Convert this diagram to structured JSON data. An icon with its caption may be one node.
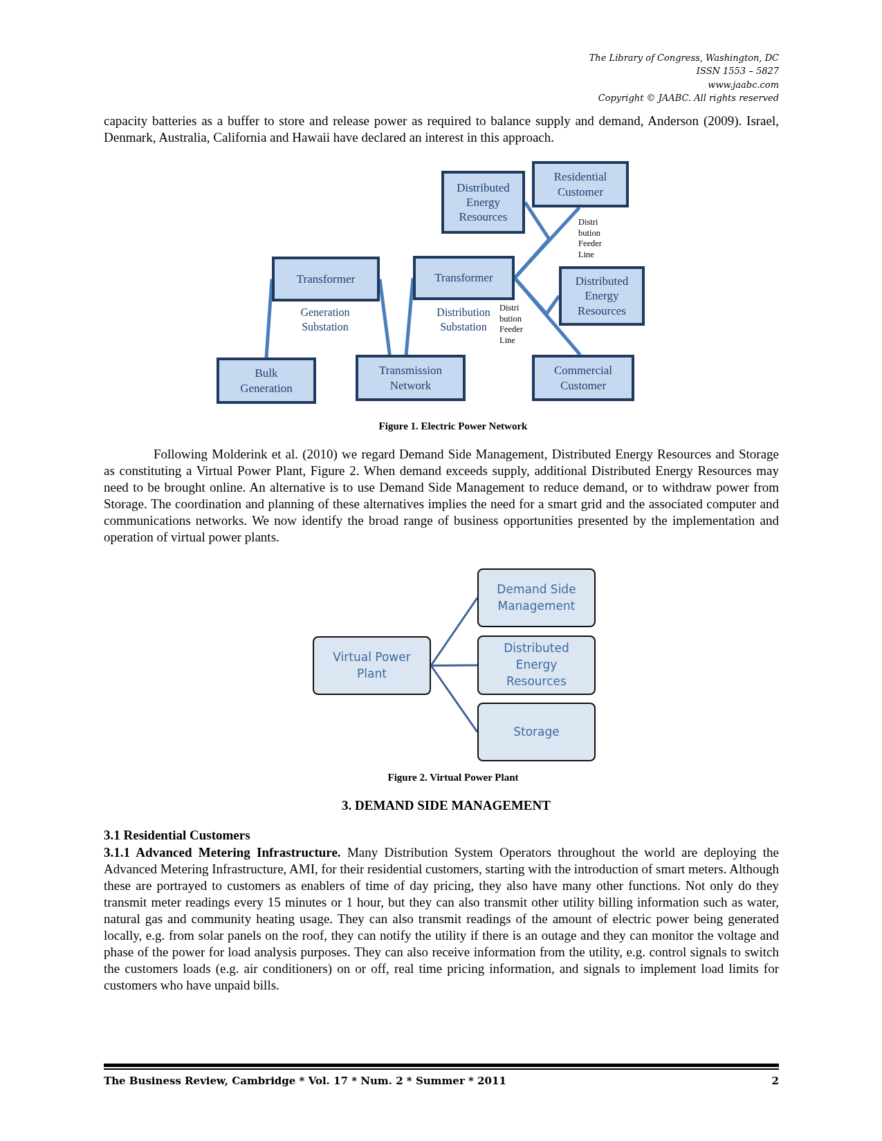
{
  "diagram": {
    "nodes": [
      {
        "text": [
          "Distributed Energy Resources"
        ]
      },
      {
        "text": [
          "Residential Customer"
        ]
      },
      {
        "text": [
          "Transformer"
        ],
        "beside": [
          "Generation Substation"
        ]
      },
      {
        "text": [
          "Transformer"
        ],
        "beside": [
          "Distribution Substation"
        ]
      },
      {
        "text": [
          "Distributed Energy Resources"
        ]
      },
      {
        "text": [
          "Bulk Generation"
        ]
      },
      {
        "text": [
          "Transmission Network"
        ]
      },
      {
        "text": [
          "Commercial Customer"
        ]
      },
      {
        "text": [
          "Virtual Power Plant"
        ]
      },
      {
        "text": [
          "Demand Side Management"
        ]
      },
      {
        "text": [
          "Distributed Energy Resources"
        ]
      },
      {
        "text": [
          "Storage"
        ]
      }
    ],
    "edges": [
      {
        "from": 5,
        "to": 2,
        "arrow": "none"
      },
      {
        "from": 2,
        "to": 6,
        "arrow": "none"
      },
      {
        "from": 6,
        "to": 3,
        "arrow": "none"
      },
      {
        "from": 3,
        "to": 1,
        "arrow": "none",
        "label": "Distri bution Feeder Line"
      },
      {
        "from": 3,
        "to": 0,
        "arrow": "none"
      },
      {
        "from": 3,
        "to": 7,
        "arrow": "none",
        "label": "Distri bution Feeder Line"
      },
      {
        "from": 3,
        "to": 4,
        "arrow": "none"
      },
      {
        "from": 8,
        "to": 9,
        "arrow": "none"
      },
      {
        "from": 8,
        "to": 10,
        "arrow": "none"
      },
      {
        "from": 8,
        "to": 11,
        "arrow": "none"
      }
    ],
    "labels": [
      "The Library of Congress, Washington, DC",
      "ISSN 1553 – 5827",
      "www.jaabc.com",
      "Copyright ©  JAABC. All rights reserved",
      "capacity batteries as a buffer to store and release power as required to balance supply and demand, Anderson (2009). Israel, Denmark, Australia, California and Hawaii have declared an interest in this approach.",
      "Figure 1. Electric Power Network",
      "Following Molderink et al. (2010) we regard Demand Side Management, Distributed Energy Resources and Storage as constituting a Virtual Power Plant, Figure 2. When demand exceeds supply, additional Distributed Energy Resources may need to be brought online. An alternative is to use Demand Side Management to reduce demand, or to withdraw power from Storage. The coordination and planning of these alternatives implies the need for a smart grid and the associated computer and communications networks. We now identify the broad range of business opportunities presented by the implementation and operation of virtual power plants.",
      "Figure 2. Virtual Power Plant",
      "3. DEMAND SIDE MANAGEMENT",
      "3.1 Residential Customers",
      "**3.1.1 Advanced Metering Infrastructure.** Many Distribution System Operators throughout the world are deploying the Advanced Metering Infrastructure, AMI, for their residential customers, starting with the introduction of smart meters. Although these are portrayed to customers as enablers of time of day pricing, they also have many other functions. Not only do they transmit meter readings every 15 minutes or 1 hour, but they can also transmit other utility billing information such as water, natural gas and community heating usage. They can also transmit readings of the amount of electric power being generated locally, e.g. from solar panels on the roof, they can notify the utility if there is an outage and they can monitor the voltage and phase of the power for load analysis purposes. They can also receive information from the utility, e.g. control signals to switch the customers loads (e.g. air conditioners) on or off, real time pricing information, and signals to implement load limits for customers who have unpaid bills.",
      "The Business Review, Cambridge  * Vol. 17  * Num. 2  * Summer  * 2011",
      "2"
    ]
  }
}
